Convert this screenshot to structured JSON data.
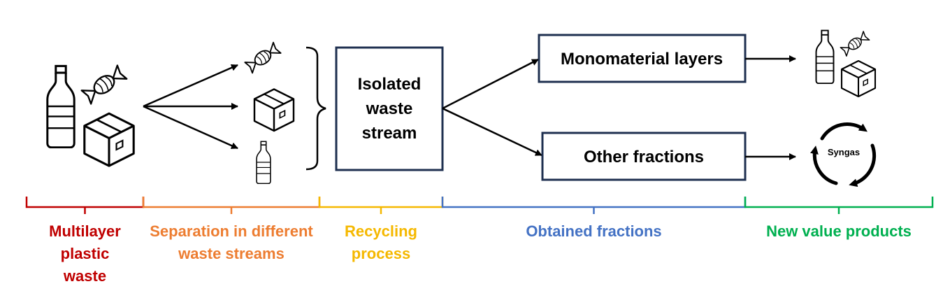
{
  "boxes": {
    "isolated": [
      "Isolated",
      "waste",
      "stream"
    ],
    "mono": "Monomaterial layers",
    "other": "Other fractions"
  },
  "syngas_label": "Syngas",
  "icons": {
    "bottle": "bottle-icon",
    "candy": "candy-wrapper-icon",
    "box": "cardboard-box-icon",
    "recycle": "recycle-cycle-icon"
  },
  "stages": [
    {
      "lines": [
        "Multilayer",
        "plastic",
        "waste"
      ],
      "color": "#C00000"
    },
    {
      "lines": [
        "Separation in different",
        "waste streams"
      ],
      "color": "#ED7D31"
    },
    {
      "lines": [
        "Recycling",
        "process"
      ],
      "color": "#F5B800"
    },
    {
      "lines": [
        "Obtained fractions"
      ],
      "color": "#4472C4"
    },
    {
      "lines": [
        "New value products"
      ],
      "color": "#00B050"
    }
  ],
  "colors": {
    "box_border": "#1F3050",
    "arrow": "#000000"
  }
}
